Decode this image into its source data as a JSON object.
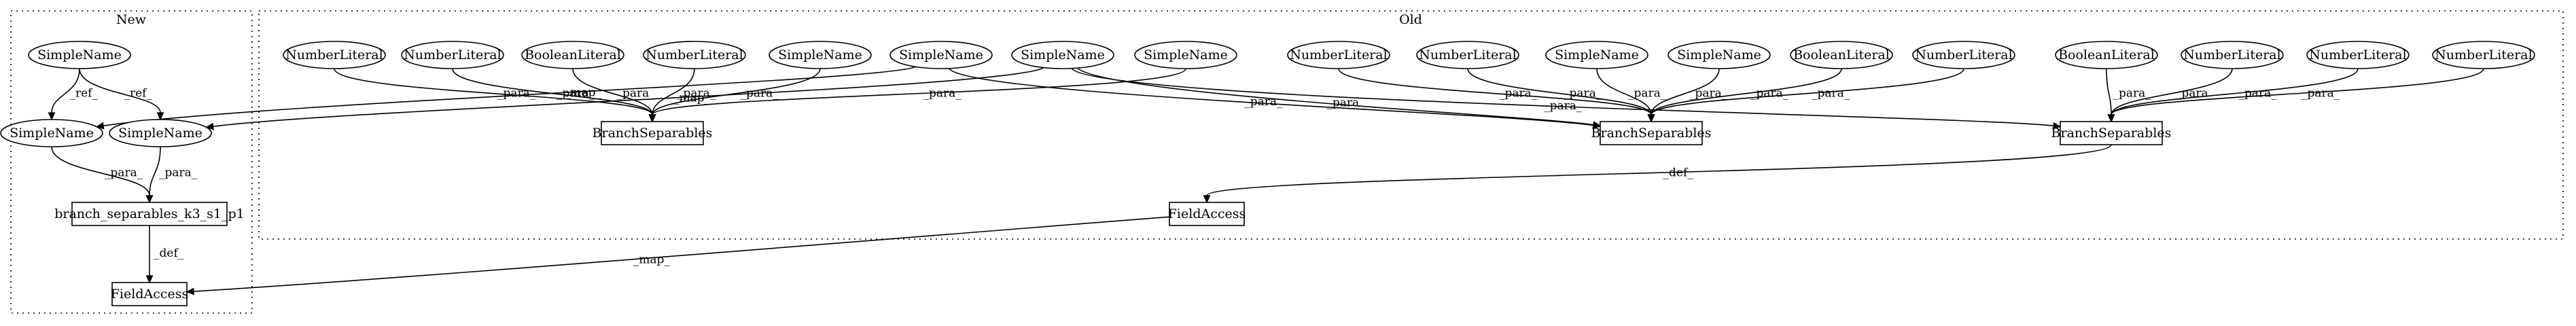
{
  "clusters": [
    {
      "id": "new",
      "label": "New"
    },
    {
      "id": "old",
      "label": "Old"
    }
  ],
  "nodes": [
    {
      "id": "n_sn_top",
      "label": "SimpleName",
      "shape": "ellipse"
    },
    {
      "id": "n_sn_a",
      "label": "SimpleName",
      "shape": "ellipse"
    },
    {
      "id": "n_sn_b",
      "label": "SimpleName",
      "shape": "ellipse"
    },
    {
      "id": "n_bs",
      "label": "branch_separables_k3_s1_p1",
      "shape": "box"
    },
    {
      "id": "n_fa",
      "label": "FieldAccess",
      "shape": "box"
    },
    {
      "id": "o_nl1",
      "label": "NumberLiteral",
      "shape": "ellipse"
    },
    {
      "id": "o_nl2",
      "label": "NumberLiteral",
      "shape": "ellipse"
    },
    {
      "id": "o_bl1",
      "label": "BooleanLiteral",
      "shape": "ellipse"
    },
    {
      "id": "o_nl3",
      "label": "NumberLiteral",
      "shape": "ellipse"
    },
    {
      "id": "o_sn1",
      "label": "SimpleName",
      "shape": "ellipse"
    },
    {
      "id": "o_sn2",
      "label": "SimpleName",
      "shape": "ellipse"
    },
    {
      "id": "o_sn3",
      "label": "SimpleName",
      "shape": "ellipse"
    },
    {
      "id": "o_sn4",
      "label": "SimpleName",
      "shape": "ellipse"
    },
    {
      "id": "o_nl4",
      "label": "NumberLiteral",
      "shape": "ellipse"
    },
    {
      "id": "o_nl5",
      "label": "NumberLiteral",
      "shape": "ellipse"
    },
    {
      "id": "o_sn5",
      "label": "SimpleName",
      "shape": "ellipse"
    },
    {
      "id": "o_sn6",
      "label": "SimpleName",
      "shape": "ellipse"
    },
    {
      "id": "o_bl2",
      "label": "BooleanLiteral",
      "shape": "ellipse"
    },
    {
      "id": "o_nl6",
      "label": "NumberLiteral",
      "shape": "ellipse"
    },
    {
      "id": "o_bl3",
      "label": "BooleanLiteral",
      "shape": "ellipse"
    },
    {
      "id": "o_nl7",
      "label": "NumberLiteral",
      "shape": "ellipse"
    },
    {
      "id": "o_nl8",
      "label": "NumberLiteral",
      "shape": "ellipse"
    },
    {
      "id": "o_nl9",
      "label": "NumberLiteral",
      "shape": "ellipse"
    },
    {
      "id": "o_bs1",
      "label": "BranchSeparables",
      "shape": "box"
    },
    {
      "id": "o_bs2",
      "label": "BranchSeparables",
      "shape": "box"
    },
    {
      "id": "o_bs3",
      "label": "BranchSeparables",
      "shape": "box"
    },
    {
      "id": "o_fa",
      "label": "FieldAccess",
      "shape": "box"
    }
  ],
  "edges": [
    {
      "from": "n_sn_top",
      "to": "n_sn_a",
      "label": "_ref_"
    },
    {
      "from": "n_sn_top",
      "to": "n_sn_b",
      "label": "_ref_"
    },
    {
      "from": "n_sn_a",
      "to": "n_bs",
      "label": "_para_"
    },
    {
      "from": "n_sn_b",
      "to": "n_bs",
      "label": "_para_"
    },
    {
      "from": "n_bs",
      "to": "n_fa",
      "label": "_def_"
    },
    {
      "from": "o_nl1",
      "to": "o_bs1",
      "label": "_para_"
    },
    {
      "from": "o_nl2",
      "to": "o_bs1",
      "label": "_para_"
    },
    {
      "from": "o_bl1",
      "to": "o_bs1",
      "label": "_para_"
    },
    {
      "from": "o_nl3",
      "to": "o_bs1",
      "label": "_para_"
    },
    {
      "from": "o_sn1",
      "to": "o_bs1",
      "label": "_para_"
    },
    {
      "from": "o_sn4",
      "to": "o_bs1",
      "label": "_para_"
    },
    {
      "from": "o_sn2",
      "to": "n_sn_a",
      "label": "_map_"
    },
    {
      "from": "o_sn3",
      "to": "n_sn_b",
      "label": "_map_"
    },
    {
      "from": "o_sn2",
      "to": "o_bs2",
      "label": "_para_"
    },
    {
      "from": "o_sn3",
      "to": "o_bs3",
      "label": "_para_"
    },
    {
      "from": "o_sn3",
      "to": "o_bs2",
      "label": "_para_"
    },
    {
      "from": "o_nl4",
      "to": "o_bs2",
      "label": "_para_"
    },
    {
      "from": "o_nl5",
      "to": "o_bs2",
      "label": "_para_"
    },
    {
      "from": "o_sn5",
      "to": "o_bs2",
      "label": "_para_"
    },
    {
      "from": "o_sn6",
      "to": "o_bs2",
      "label": "_para_"
    },
    {
      "from": "o_bl2",
      "to": "o_bs2",
      "label": "_para_"
    },
    {
      "from": "o_nl6",
      "to": "o_bs2",
      "label": "_para_"
    },
    {
      "from": "o_bl3",
      "to": "o_bs3",
      "label": "_para_"
    },
    {
      "from": "o_nl7",
      "to": "o_bs3",
      "label": "_para_"
    },
    {
      "from": "o_nl8",
      "to": "o_bs3",
      "label": "_para_"
    },
    {
      "from": "o_nl9",
      "to": "o_bs3",
      "label": "_para_"
    },
    {
      "from": "o_bs3",
      "to": "o_fa",
      "label": "_def_"
    },
    {
      "from": "o_fa",
      "to": "n_fa",
      "label": "_map_"
    }
  ]
}
